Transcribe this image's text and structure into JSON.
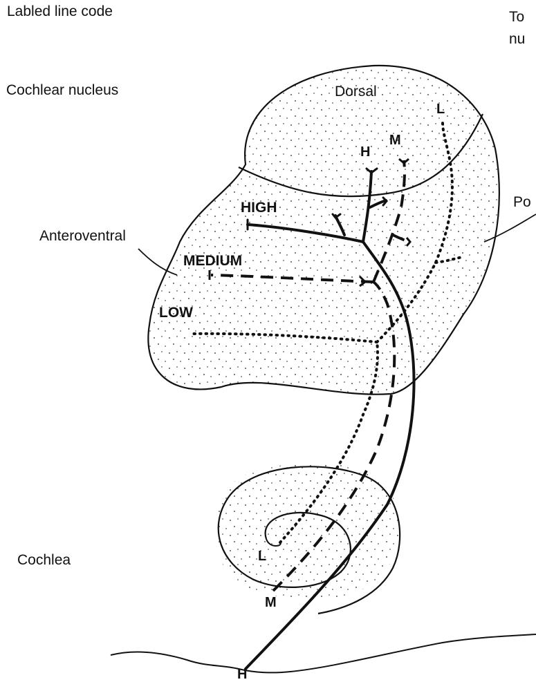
{
  "title": "Labled line code",
  "labels": {
    "cochlear_nucleus": "Cochlear nucleus",
    "anteroventral": "Anteroventral",
    "cochlea": "Cochlea",
    "to_nu_line1": "To",
    "to_nu_line2": "nu",
    "po": "Po",
    "dorsal": "Dorsal",
    "high": "HIGH",
    "medium": "MEDIUM",
    "low": "LOW",
    "h": "H",
    "m": "M",
    "l": "L",
    "cochlea_l": "L",
    "cochlea_m": "M",
    "bottom_h": "H"
  },
  "line_styles": {
    "high": "solid",
    "medium": "dashed",
    "low": "dotted"
  },
  "colors": {
    "ink": "#111111",
    "background": "#ffffff"
  }
}
